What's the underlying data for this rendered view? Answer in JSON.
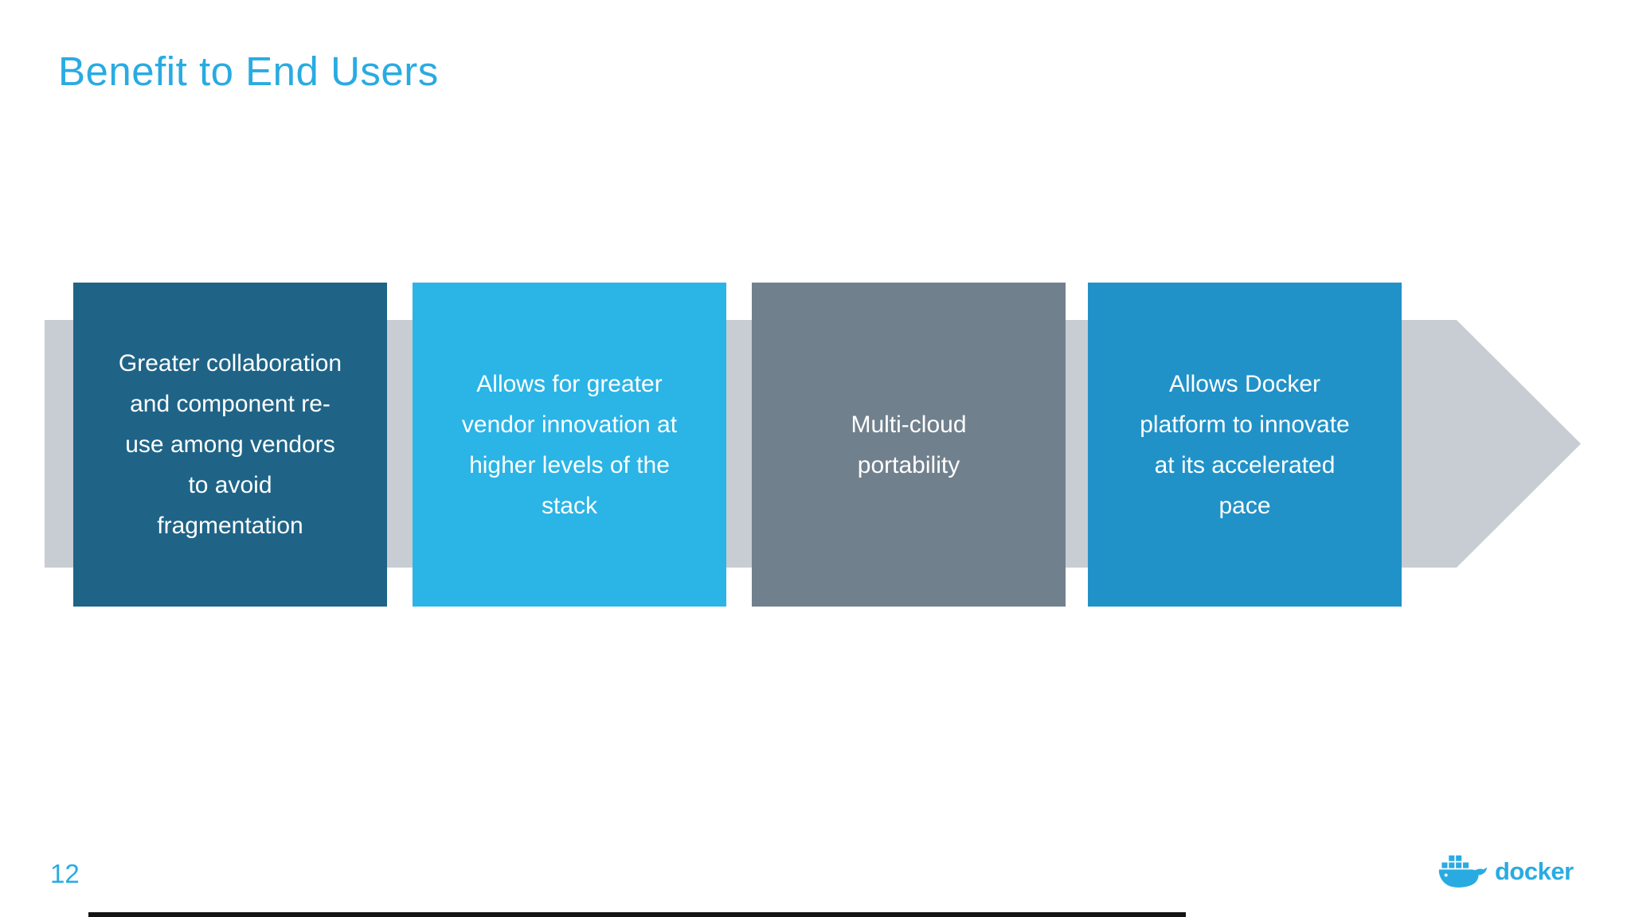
{
  "slide": {
    "title": "Benefit to End Users",
    "page_number": "12",
    "accent_color": "#29ABE2",
    "flow": {
      "arrow_color": "#C7CDD3",
      "boxes": [
        {
          "text": "Greater collaboration\nand component re-\nuse among vendors\nto avoid\nfragmentation",
          "color": "#1F6487"
        },
        {
          "text": "Allows for greater\nvendor innovation at\nhigher levels of the\nstack",
          "color": "#2BB4E6"
        },
        {
          "text": "Multi-cloud\nportability",
          "color": "#71808D"
        },
        {
          "text": "Allows Docker\nplatform to innovate\nat its accelerated\npace",
          "color": "#2192C8"
        }
      ]
    },
    "footer": {
      "logo_text": "docker",
      "logo_icon": "docker-whale-icon"
    }
  }
}
